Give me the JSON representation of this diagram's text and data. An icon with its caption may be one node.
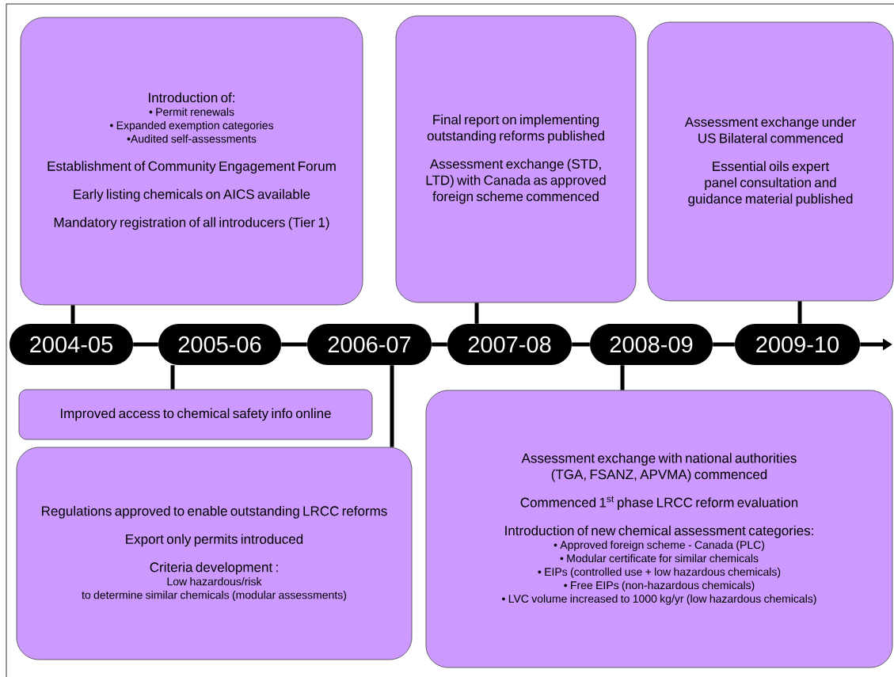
{
  "diagram": {
    "nodes": [
      {
        "text": [
          "Introduction of:",
          "• Permit renewals",
          "• Expanded exemption categories",
          "•Audited self-assessments",
          "Establishment of Community Engagement Forum",
          "Early listing chemicals on AICS available",
          "Mandatory registration of all introducers (Tier 1)"
        ]
      },
      {
        "text": [
          "Final report on implementing outstanding reforms published",
          "Assessment exchange (STD, LTD) with Canada as approved foreign scheme commenced"
        ]
      },
      {
        "text": [
          "Assessment exchange under US Bilateral commenced",
          "Essential oils expert panel consultation and guidance material published"
        ]
      },
      {
        "text": [
          "2004-05"
        ]
      },
      {
        "text": [
          "2005-06"
        ]
      },
      {
        "text": [
          "2006-07"
        ]
      },
      {
        "text": [
          "2007-08"
        ]
      },
      {
        "text": [
          "2008-09"
        ]
      },
      {
        "text": [
          "2009-10"
        ]
      },
      {
        "text": [
          "Improved access to chemical safety info online"
        ]
      },
      {
        "text": [
          "Regulations approved to enable outstanding LRCC reforms",
          "Export only permits introduced",
          "Criteria development :",
          "Low hazardous/risk",
          "to determine similar chemicals (modular assessments)"
        ]
      },
      {
        "text": [
          "Assessment exchange with national authorities (TGA, FSANZ, APVMA) commenced",
          "Commenced 1$^{st}$ phase LRCC reform evaluation",
          "Introduction of new chemical assessment categories:",
          "• Approved foreign scheme - Canada (PLC)",
          "• Modular certificate for similar chemicals",
          "• EIPs (controlled use + low hazardous  chemicals)",
          "• Free EIPs (non-hazardous chemicals)",
          "• LVC  volume increased to 1000 kg/yr (low hazardous chemicals)"
        ]
      }
    ],
    "edges": [
      {
        "from": 3,
        "to": 4,
        "arrow": "none"
      },
      {
        "from": 4,
        "to": 5,
        "arrow": "none"
      },
      {
        "from": 5,
        "to": 6,
        "arrow": "none"
      },
      {
        "from": 6,
        "to": 7,
        "arrow": "none"
      },
      {
        "from": 7,
        "to": 8,
        "arrow": "none"
      },
      {
        "from": 8,
        "to": null,
        "arrow": "to"
      },
      {
        "from": 3,
        "to": 0,
        "arrow": "none"
      },
      {
        "from": 4,
        "to": 9,
        "arrow": "none"
      },
      {
        "from": 5,
        "to": 10,
        "arrow": "none"
      },
      {
        "from": 6,
        "to": 1,
        "arrow": "none"
      },
      {
        "from": 7,
        "to": 11,
        "arrow": "none"
      },
      {
        "from": 8,
        "to": 2,
        "arrow": "none"
      }
    ]
  }
}
